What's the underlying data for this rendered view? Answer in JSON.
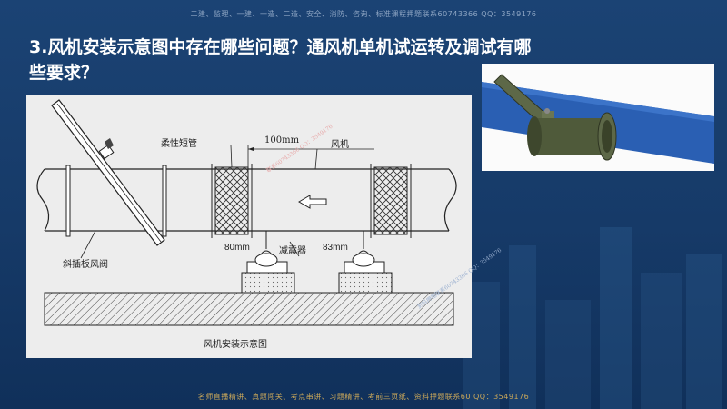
{
  "watermark_top": "二建、监理、一建、一造、二造、安全、消防、咨询、标准课程押题联系60743366 QQ：3549176",
  "watermark_bottom": "名师直播精讲、真题闯关、考点串讲、习题精讲、考前三页纸、资料押题联系60 QQ：3549176",
  "title": "3.风机安装示意图中存在哪些问题？通风机单机试运转及调试有哪些要求？",
  "diagram": {
    "label_flexible_pipe": "柔性短管",
    "label_distance": "100mm",
    "label_fan": "风机",
    "label_damper": "斜插板风阀",
    "label_left_gap": "80mm",
    "label_damper_device": "减震器",
    "label_right_gap": "83mm",
    "caption": "风机安装示意图",
    "diagonal_watermark_1": "联系60743366 QQ：3549176",
    "diagonal_watermark_2": "资料押题联系60743366 QQ：3549176"
  },
  "colors": {
    "background": "#173a66",
    "title_text": "#ffffff",
    "diagram_bg": "#ededed",
    "duct_blue": "#2a5fb3",
    "fan_green": "#4f5a3a"
  }
}
